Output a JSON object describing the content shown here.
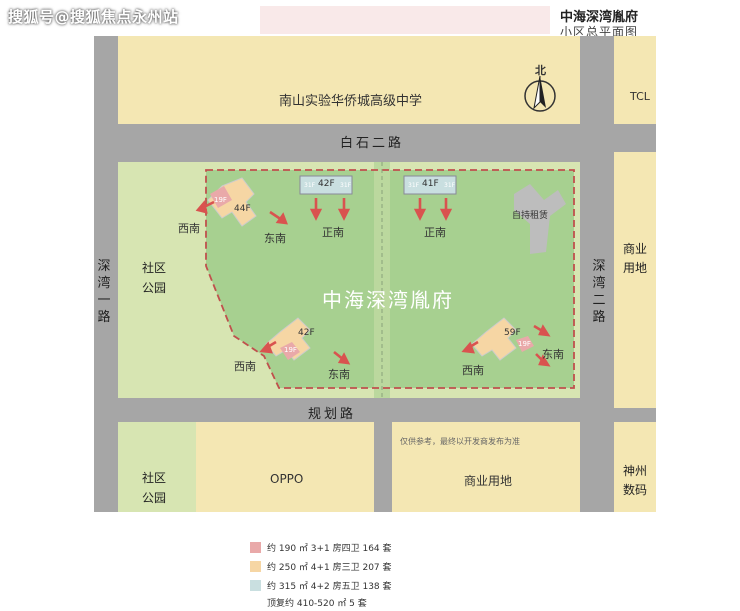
{
  "watermark": "搜狐号@搜狐焦点永州站",
  "header": {
    "title": "中海深湾胤府",
    "subtitle": "小区总平面图"
  },
  "compass": {
    "label": "北"
  },
  "map": {
    "blocks": {
      "school": "南山实验华侨城高级中学",
      "tcl": "TCL",
      "oppo": "OPPO",
      "commercial_right": "商业用地",
      "commercial_bottom": "商业用地",
      "shenzhou": "神州数码",
      "park_top": "社区公园",
      "park_bottom": "社区公园"
    },
    "roads": {
      "baishi": "白石二路",
      "guihua": "规划路",
      "shenwan1": "深湾一路",
      "shenwan2": "深湾二路"
    },
    "project_name": "中海深湾胤府",
    "rental_building": "自持租赁",
    "note": "仅供参考，最终以开发商发布为准",
    "towers": [
      {
        "floors": "44F",
        "unit": "19F"
      },
      {
        "floors": "42F",
        "unit_left": "31F",
        "unit_right": "31F"
      },
      {
        "floors": "41F",
        "unit_left": "31F",
        "unit_right": "31F"
      },
      {
        "floors": "42F",
        "unit": "19F"
      },
      {
        "floors": "59F",
        "unit": "19F"
      }
    ],
    "orientations": {
      "t1_left": "西南",
      "t1_right": "东南",
      "t2": "正南",
      "t3": "正南",
      "t4_left": "西南",
      "t4_right": "东南",
      "t5_left": "西南",
      "t5_right": "东南"
    }
  },
  "legend": [
    {
      "color": "#e9a9a9",
      "text": "约 190 ㎡ 3+1 房四卫 164 套"
    },
    {
      "color": "#f6d6a4",
      "text": "约 250 ㎡ 4+1 房三卫 207 套"
    },
    {
      "color": "#c9dfe0",
      "text": "约 315 ㎡ 4+2 房五卫 138 套"
    },
    {
      "color": "",
      "text": "顶复约 410-520 ㎡ 5 套"
    }
  ]
}
